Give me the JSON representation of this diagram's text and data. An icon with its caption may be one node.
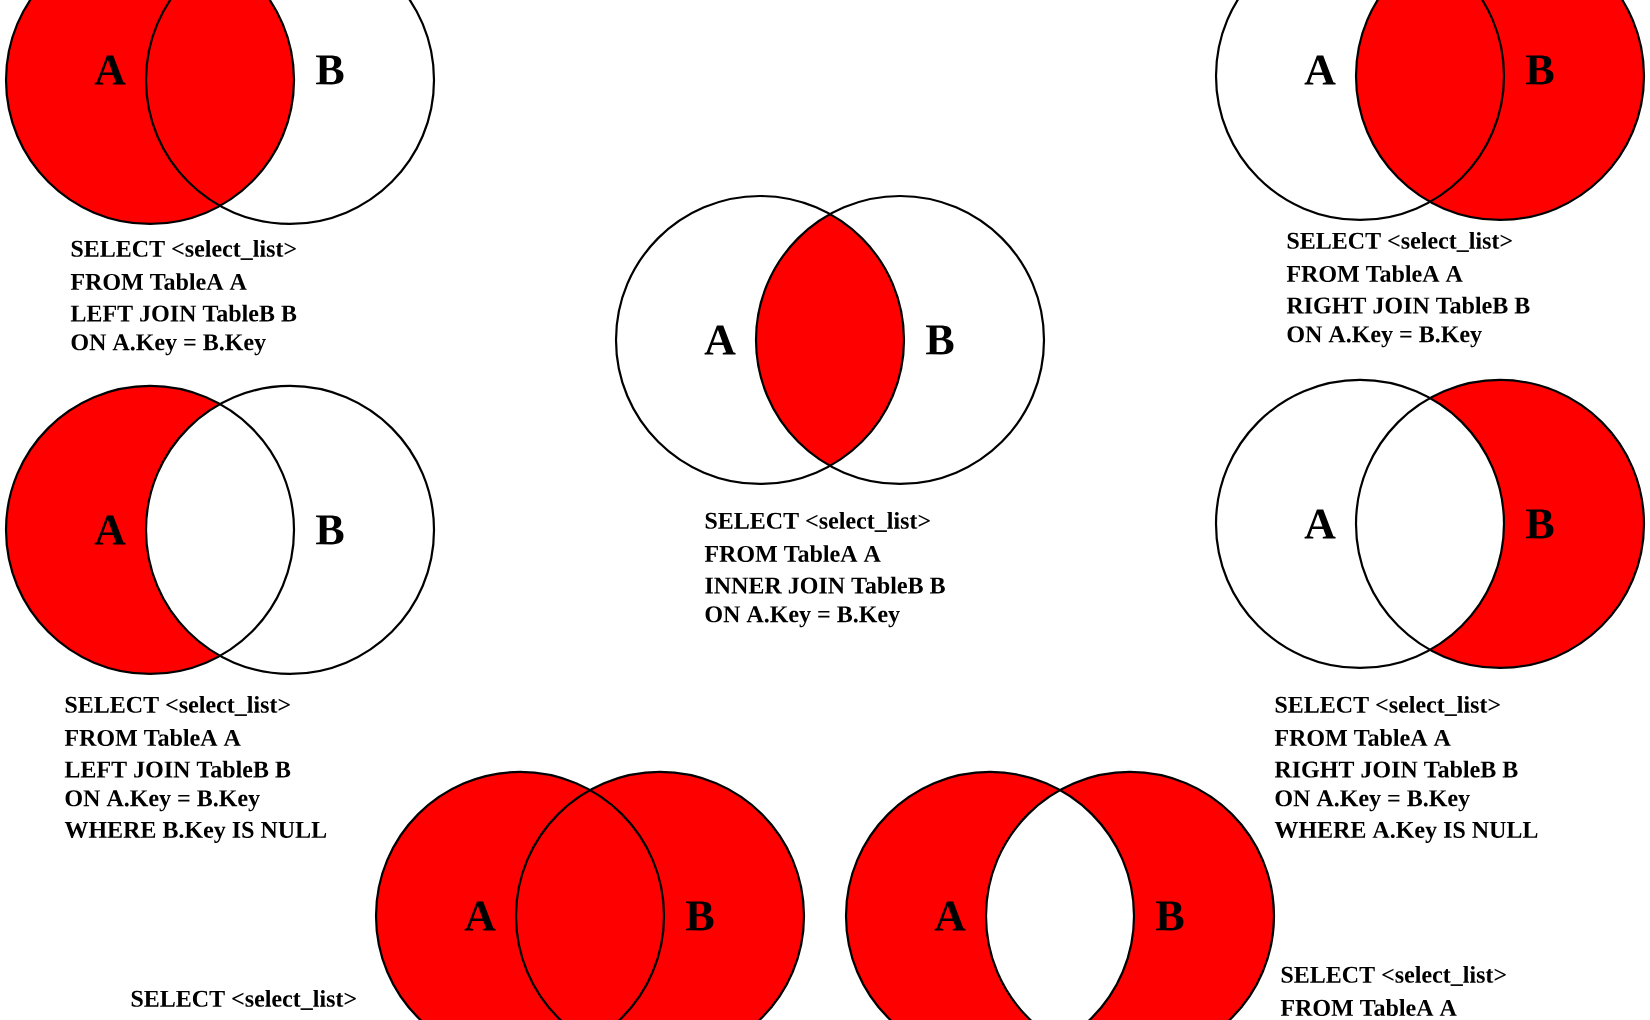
{
  "diagram": {
    "nodes": [
      {
        "text": [
          "A"
        ]
      },
      {
        "text": [
          "B"
        ]
      },
      {
        "text": [
          "A"
        ]
      },
      {
        "text": [
          "B"
        ]
      },
      {
        "text": [
          "A"
        ]
      },
      {
        "text": [
          "B"
        ]
      },
      {
        "text": [
          "A"
        ]
      },
      {
        "text": [
          "B"
        ]
      },
      {
        "text": [
          "A"
        ]
      },
      {
        "text": [
          "B"
        ]
      },
      {
        "text": [
          "A"
        ]
      },
      {
        "text": [
          "B"
        ]
      },
      {
        "text": [
          "A"
        ]
      },
      {
        "text": [
          "B"
        ]
      }
    ],
    "labels": [
      "SELECT <select_list>",
      "FROM TableA A",
      "LEFT JOIN TableB B",
      "ON A.Key = B.Key",
      "SELECT <select_list>",
      "FROM TableA A",
      "RIGHT JOIN TableB B",
      "ON A.Key = B.Key",
      "SELECT <select_list>",
      "FROM TableA A",
      "INNER JOIN TableB B",
      "ON A.Key = B.Key",
      "SELECT <select_list>",
      "FROM TableA A",
      "LEFT JOIN TableB B",
      "ON A.Key = B.Key",
      "WHERE B.Key IS NULL",
      "SELECT <select_list>",
      "FROM TableA A",
      "RIGHT JOIN TableB B",
      "ON A.Key = B.Key",
      "WHERE A.Key IS NULL",
      "SELECT <select_list>",
      "SELECT <select_list>",
      "FROM TableA A"
    ]
  }
}
